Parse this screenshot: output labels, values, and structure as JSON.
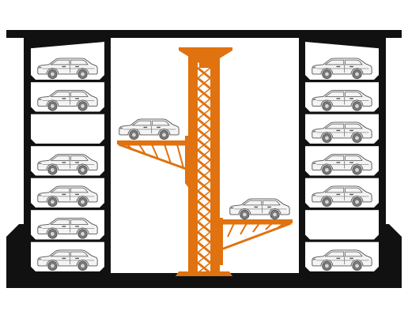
{
  "colors": {
    "structure": "#111111",
    "lift": "#e0720f",
    "background": "#ffffff",
    "car_body": "#f4f4f4",
    "car_line": "#555555",
    "wheel": "#7a7a7a"
  },
  "left_rack": {
    "slots": [
      {
        "occupied": true
      },
      {
        "occupied": true
      },
      {
        "occupied": false
      },
      {
        "occupied": true
      },
      {
        "occupied": true
      },
      {
        "occupied": true
      },
      {
        "occupied": true
      }
    ]
  },
  "right_rack": {
    "slots": [
      {
        "occupied": true
      },
      {
        "occupied": true
      },
      {
        "occupied": true
      },
      {
        "occupied": true
      },
      {
        "occupied": true
      },
      {
        "occupied": false
      },
      {
        "occupied": true
      }
    ]
  },
  "lift": {
    "platforms": [
      {
        "side": "left",
        "carried_car": true
      },
      {
        "side": "right",
        "carried_car": true
      }
    ]
  },
  "icons": {
    "car": "car-icon",
    "lift_mast": "lift-mast",
    "platform": "lift-platform"
  }
}
